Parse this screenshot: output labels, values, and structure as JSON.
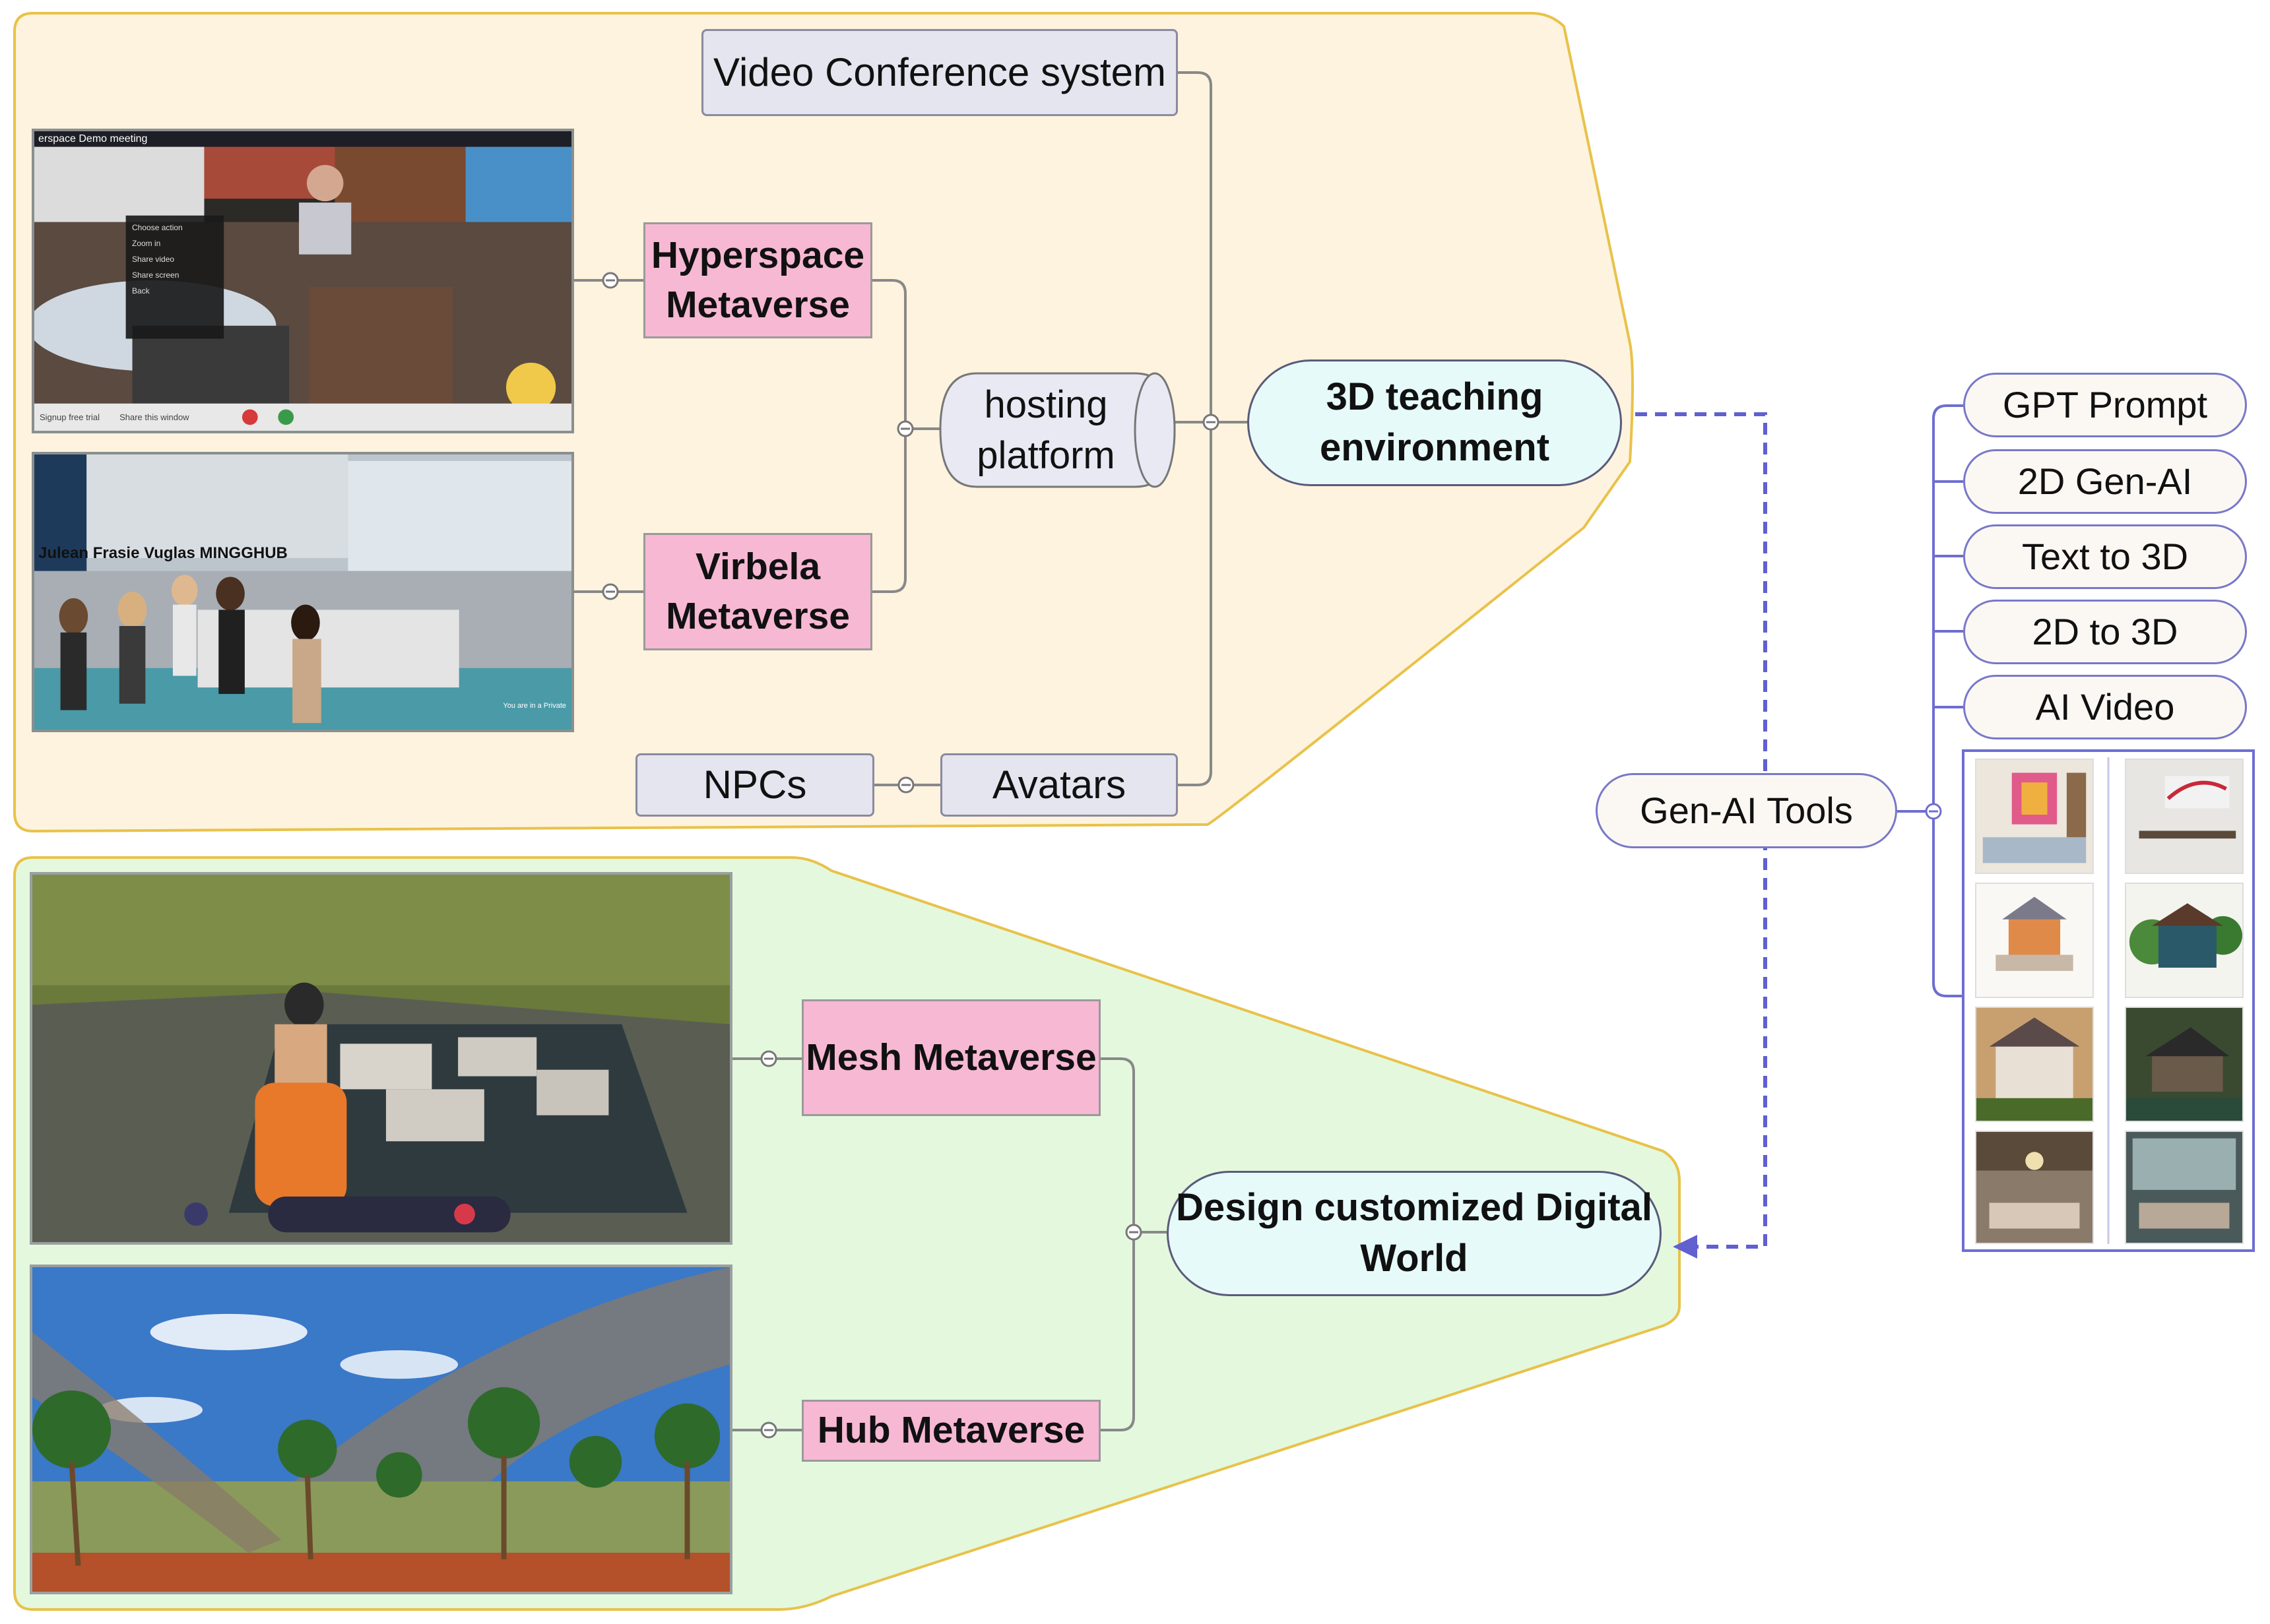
{
  "nodes": {
    "video_conference": "Video Conference system",
    "hyperspace": "Hyperspace Metaverse",
    "virbela": "Virbela Metaverse",
    "hosting_platform": "hosting platform",
    "teaching_env": "3D teaching environment",
    "npcs": "NPCs",
    "avatars": "Avatars",
    "mesh": "Mesh Metaverse",
    "hub": "Hub Metaverse",
    "design_world": "Design customized Digital World",
    "genai_tools": "Gen-AI Tools"
  },
  "genai_items": [
    "GPT Prompt",
    "2D Gen-AI",
    "Text to 3D",
    "2D to 3D",
    "AI Video"
  ],
  "screenshots": {
    "hyperspace_title": "erspace Demo meeting",
    "hyperspace_menu": [
      "Choose action",
      "Zoom in",
      "Share video",
      "Share screen",
      "Back"
    ],
    "hyperspace_footer": [
      "Signup free trial",
      "Share this window"
    ],
    "virbela_banner": "Julean Frasie   Vuglas MINGGHUB",
    "virbela_corner": "You are in a Private"
  },
  "colors": {
    "top_region": "#fdf3de",
    "top_region_border": "#e8c24a",
    "bottom_region": "#e4f8de",
    "pink_box": "#f7b8d3",
    "teal_pill": "#e6fafa",
    "dashed_arrow": "#6060d0",
    "connector": "#888888"
  }
}
